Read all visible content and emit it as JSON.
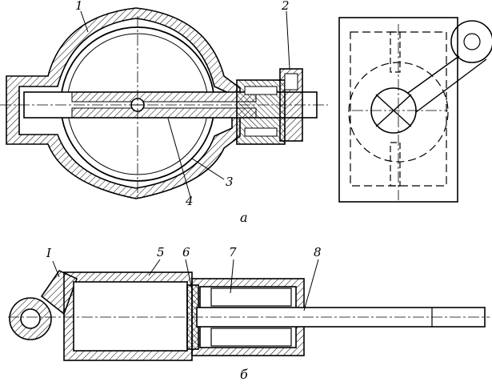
{
  "labels": {
    "l1": "1",
    "l2": "2",
    "l3": "3",
    "l4": "4",
    "l5": "5",
    "l6": "6",
    "l7": "7",
    "l8": "8",
    "lI": "I"
  },
  "captions": {
    "a": "а",
    "b": "б"
  },
  "colors": {
    "ink": "#000000",
    "paper": "#ffffff"
  }
}
